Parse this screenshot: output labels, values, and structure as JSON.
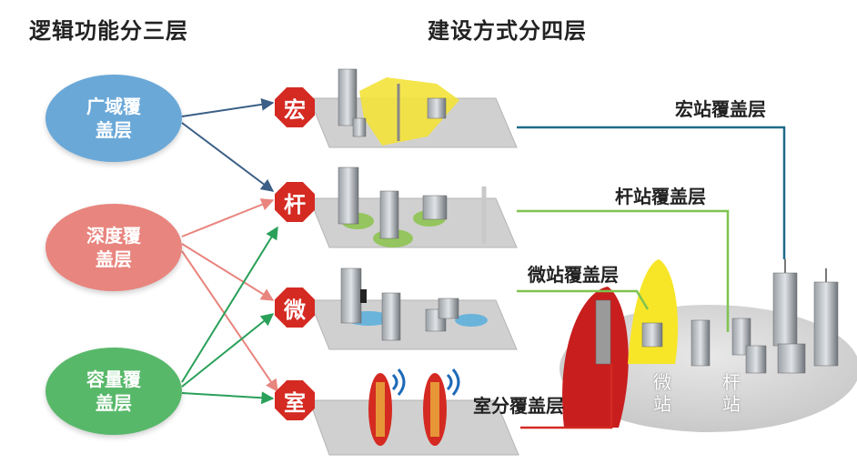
{
  "titles": {
    "logical": "逻辑功能分三层",
    "construction": "建设方式分四层"
  },
  "logical_layers": [
    {
      "line1": "广域覆",
      "line2": "盖层",
      "color": "#6aa8d8"
    },
    {
      "line1": "深度覆",
      "line2": "盖层",
      "color": "#e8857e"
    },
    {
      "line1": "容量覆",
      "line2": "盖层",
      "color": "#58b86a"
    }
  ],
  "construction_layers": [
    "宏",
    "杆",
    "微",
    "室"
  ],
  "layer_labels": {
    "macro": "宏站覆盖层",
    "pole": "杆站覆盖层",
    "micro": "微站覆盖层",
    "indoor": "室分覆盖层"
  },
  "site_labels": {
    "micro": "微站",
    "pole": "杆站"
  },
  "colors": {
    "blue_arrow": "#3b5f86",
    "red_arrow": "#e8857e",
    "green_arrow": "#2aa05a",
    "macro_line": "#1e6a8a",
    "pole_line": "#7ec34f",
    "indoor_line": "#d42a22",
    "octagon": "#d42a22"
  }
}
